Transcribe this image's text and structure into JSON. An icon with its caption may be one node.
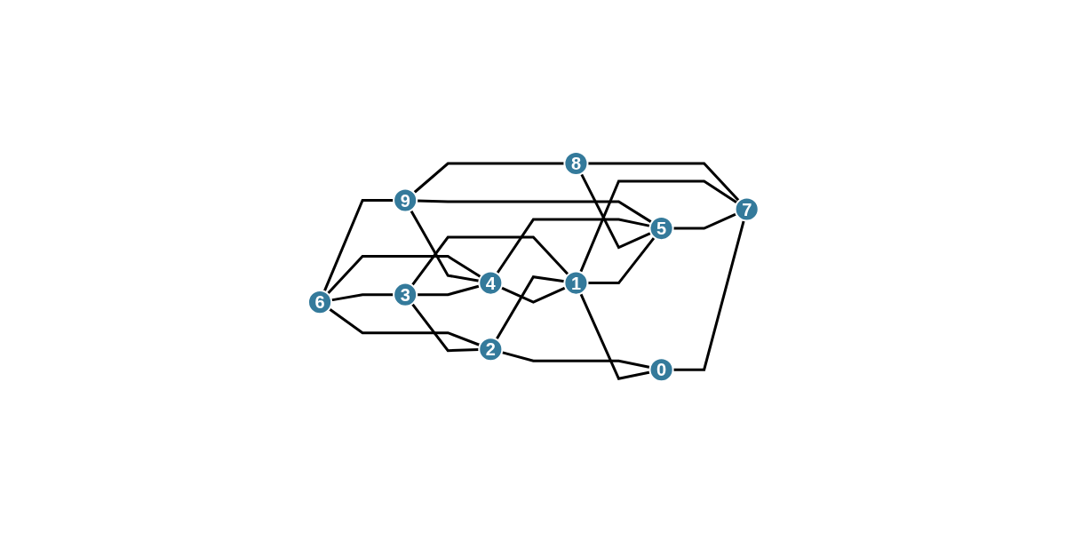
{
  "diagram": {
    "nodes": [
      {
        "text": [
          "0"
        ]
      },
      {
        "text": [
          "1"
        ]
      },
      {
        "text": [
          "2"
        ]
      },
      {
        "text": [
          "3"
        ]
      },
      {
        "text": [
          "4"
        ]
      },
      {
        "text": [
          "5"
        ]
      },
      {
        "text": [
          "6"
        ]
      },
      {
        "text": [
          "7"
        ]
      },
      {
        "text": [
          "8"
        ]
      },
      {
        "text": [
          "9"
        ]
      }
    ],
    "edges": [
      {
        "from": 6,
        "to": 9,
        "arrow": "none"
      },
      {
        "from": 6,
        "to": 2,
        "arrow": "none"
      },
      {
        "from": 6,
        "to": 3,
        "arrow": "none"
      },
      {
        "from": 6,
        "to": 4,
        "arrow": "none"
      },
      {
        "from": 9,
        "to": 4,
        "arrow": "none"
      },
      {
        "from": 9,
        "to": 5,
        "arrow": "none"
      },
      {
        "from": 9,
        "to": 8,
        "arrow": "none"
      },
      {
        "from": 3,
        "to": 2,
        "arrow": "none"
      },
      {
        "from": 3,
        "to": 4,
        "arrow": "none"
      },
      {
        "from": 3,
        "to": 1,
        "arrow": "none"
      },
      {
        "from": 2,
        "to": 1,
        "arrow": "none"
      },
      {
        "from": 2,
        "to": 0,
        "arrow": "none"
      },
      {
        "from": 4,
        "to": 1,
        "arrow": "none"
      },
      {
        "from": 4,
        "to": 5,
        "arrow": "none"
      },
      {
        "from": 8,
        "to": 5,
        "arrow": "none"
      },
      {
        "from": 8,
        "to": 7,
        "arrow": "none"
      },
      {
        "from": 1,
        "to": 5,
        "arrow": "none"
      },
      {
        "from": 1,
        "to": 0,
        "arrow": "none"
      },
      {
        "from": 1,
        "to": 7,
        "arrow": "none"
      },
      {
        "from": 5,
        "to": 7,
        "arrow": "none"
      },
      {
        "from": 0,
        "to": 7,
        "arrow": "none"
      }
    ]
  }
}
